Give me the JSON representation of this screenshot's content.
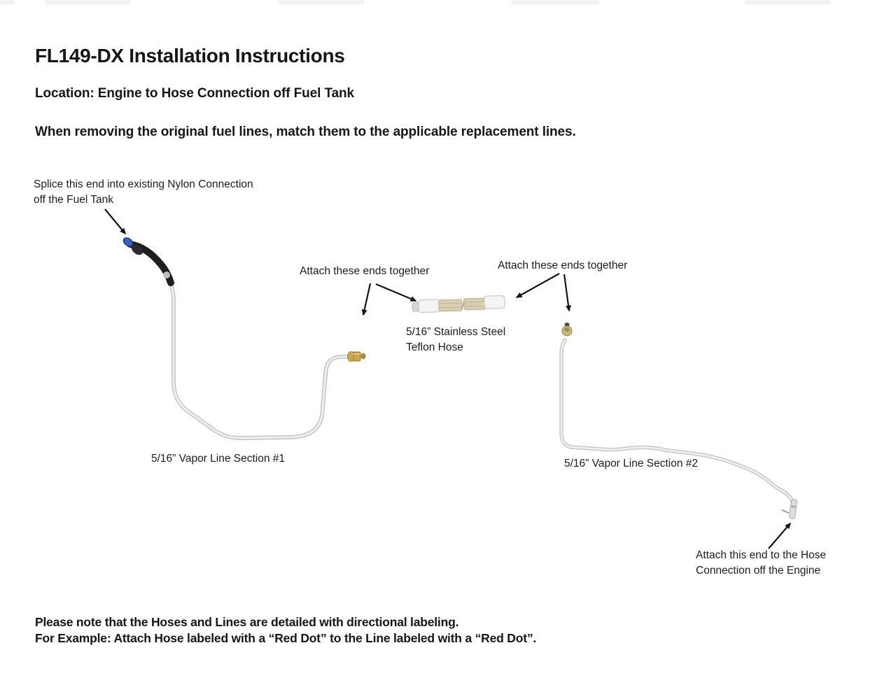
{
  "page": {
    "title": "FL149-DX Installation Instructions",
    "location_line": "Location: Engine to Hose Connection off Fuel Tank",
    "instruction_line": "When removing the original fuel lines, match them to the applicable replacement lines."
  },
  "diagram": {
    "labels": {
      "splice": {
        "line1": "Splice this end into existing Nylon Connection",
        "line2": "off the Fuel Tank"
      },
      "attach_left": "Attach these ends together",
      "attach_right": "Attach these ends together",
      "ss_hose": {
        "line1": "5/16” Stainless Steel",
        "line2": "Teflon Hose"
      },
      "vapor_line_1": "5/16” Vapor Line Section #1",
      "vapor_line_2": "5/16” Vapor Line Section #2",
      "engine": {
        "line1": "Attach this end to the Hose",
        "line2": "Connection off the Engine"
      }
    },
    "parts": {
      "nylon_connector": "blue nylon connector on black hose end",
      "vapor_line_1": "5/16 inch vapor line section 1 (gray tube)",
      "stainless_hose": "5/16 inch stainless steel teflon hose",
      "vapor_line_2": "5/16 inch vapor line section 2 (gray tube)",
      "brass_fitting_line1": "brass fitting at end of vapor line section 1",
      "brass_fitting_line2": "brass fitting at top of vapor line section 2",
      "engine_fitting": "fitting at engine end of vapor line section 2"
    }
  },
  "notes": {
    "line1": "Please note that the Hoses and Lines are detailed with directional labeling.",
    "line2": "For Example: Attach Hose labeled with a “Red Dot” to the Line labeled with a “Red Dot”."
  },
  "colors": {
    "text": "#1a1a1a",
    "tube_gray": "#cfcfcf",
    "tube_highlight": "#f1f1f1",
    "black_hose": "#1e1e1e",
    "blue_connector": "#3c5ec2",
    "brass": "#c9a84c",
    "braid_tan": "#d9cfb4",
    "arrow": "#141414",
    "artifact_bar": "#f3f3f5"
  }
}
